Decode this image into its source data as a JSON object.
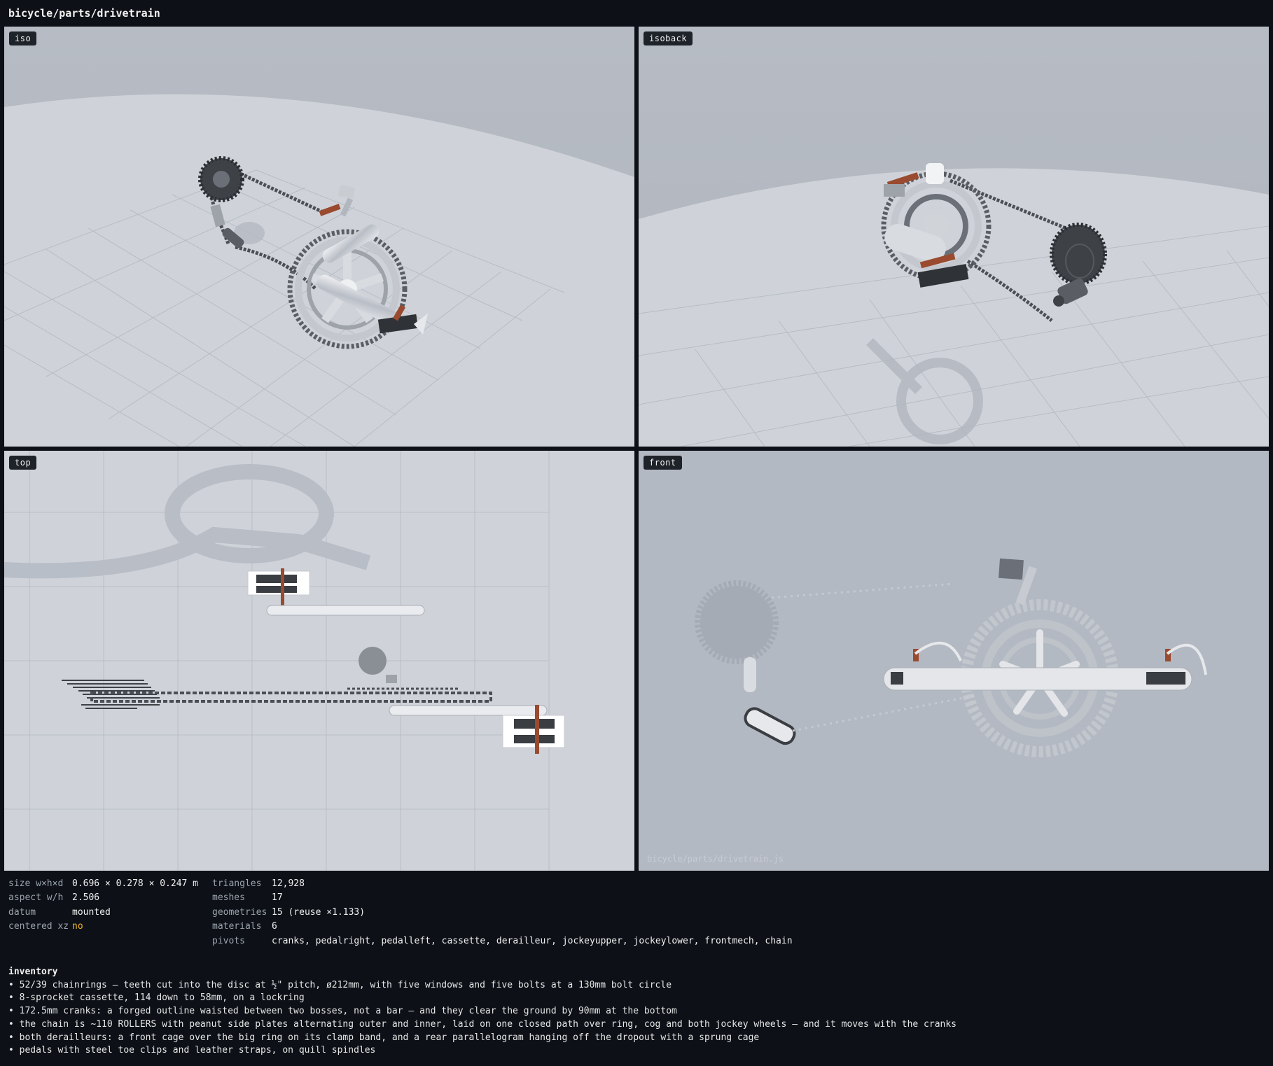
{
  "title": "bicycle/parts/drivetrain",
  "viewports": {
    "iso": {
      "label": "iso"
    },
    "isoback": {
      "label": "isoback"
    },
    "top": {
      "label": "top"
    },
    "front": {
      "label": "front",
      "watermark": "bicycle/parts/drivetrain.js"
    }
  },
  "stats": {
    "left": [
      {
        "key": "size w×h×d",
        "value": "0.696 × 0.278 × 0.247 m"
      },
      {
        "key": "aspect w/h",
        "value": "2.506"
      },
      {
        "key": "datum",
        "value": "mounted"
      },
      {
        "key": "centered xz",
        "value": "no"
      }
    ],
    "right": [
      {
        "key": "triangles",
        "value": "12,928"
      },
      {
        "key": "meshes",
        "value": "17"
      },
      {
        "key": "geometries",
        "value": "15 (reuse ×1.133)"
      },
      {
        "key": "materials",
        "value": "6"
      },
      {
        "key": "pivots",
        "value": "cranks, pedalright, pedalleft, cassette, derailleur, jockeyupper, jockeylower, frontmech, chain"
      }
    ]
  },
  "inventory": {
    "title": "inventory",
    "items": [
      "• 52/39 chainrings — teeth cut into the disc at ½\" pitch, ø212mm, with five windows and five bolts at a 130mm bolt circle",
      "• 8-sprocket cassette, 114 down to 58mm, on a lockring",
      "• 172.5mm cranks: a forged outline waisted between two bosses, not a bar — and they clear the ground by 90mm at the bottom",
      "• the chain is ~110 ROLLERS with peanut side plates alternating outer and inner, laid on one closed path over ring, cog and both jockey wheels — and it moves with the cranks",
      "• both derailleurs: a front cage over the big ring on its clamp band, and a rear parallelogram hanging off the dropout with a sprung cage",
      "• pedals with steel toe clips and leather straps, on quill spindles"
    ]
  }
}
